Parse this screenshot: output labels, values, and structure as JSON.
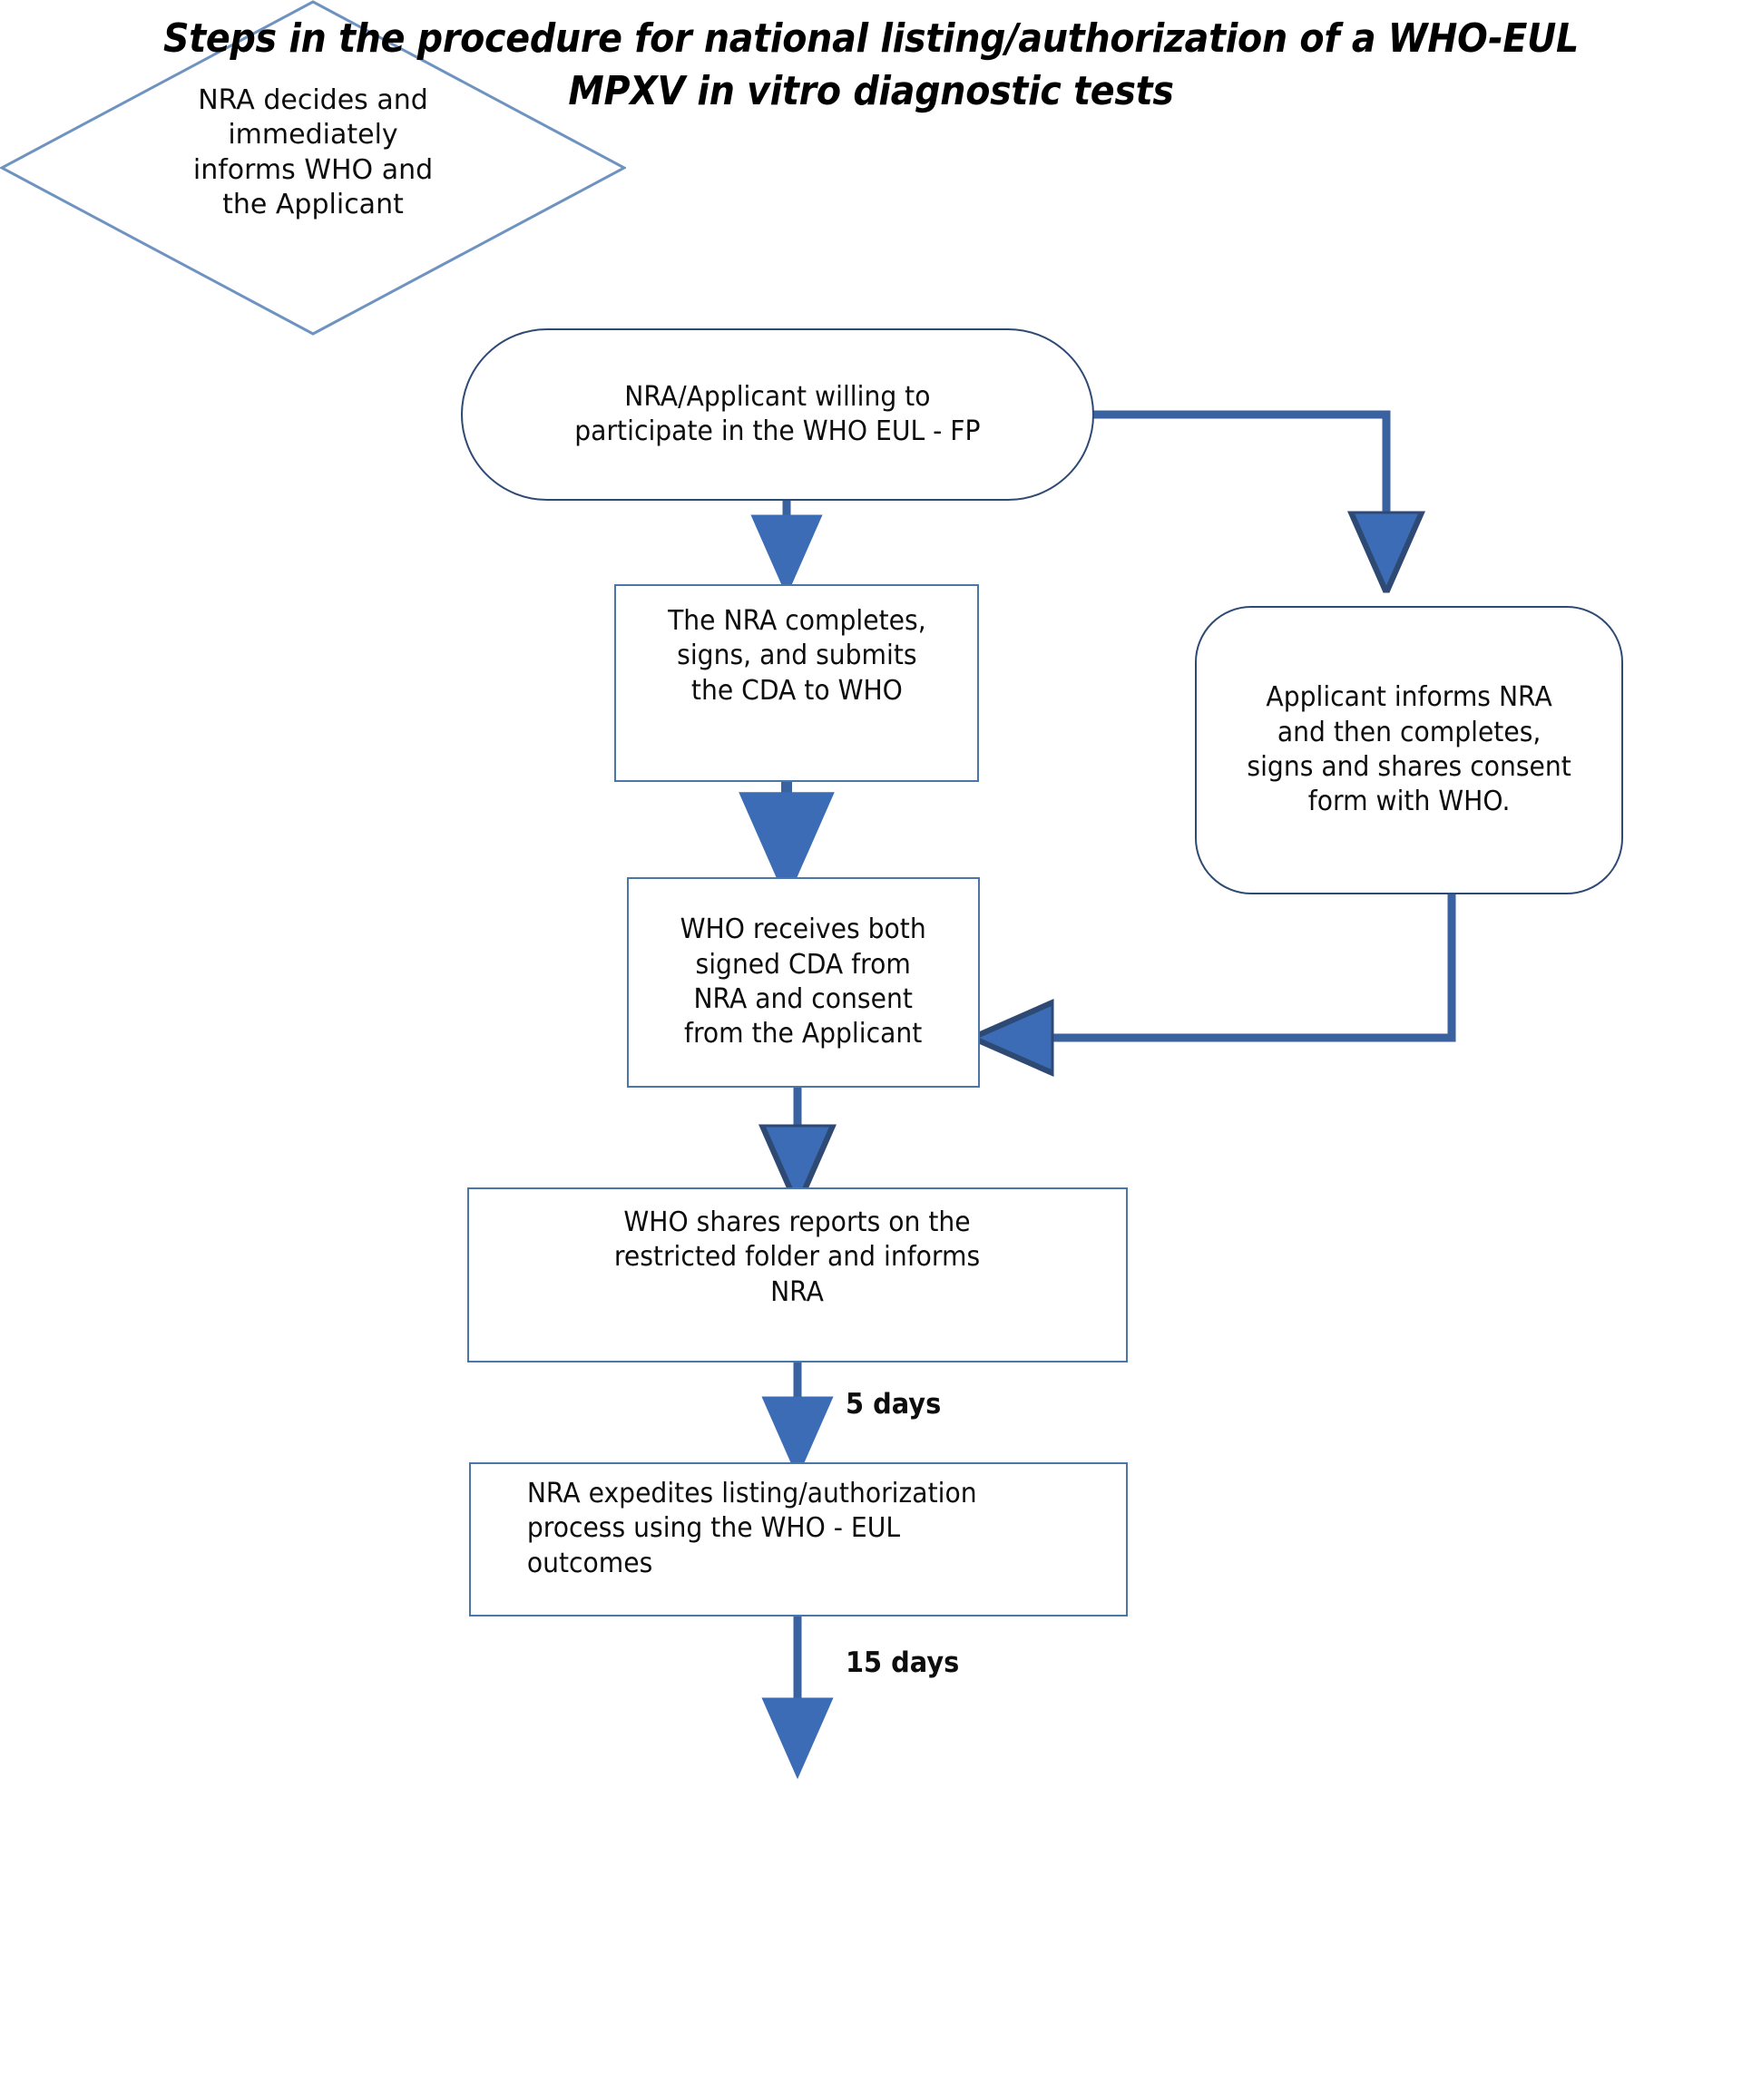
{
  "title": {
    "line1": "Steps in the procedure for national listing/authorization of a WHO-EUL",
    "line2": "MPXV in vitro diagnostic tests"
  },
  "colors": {
    "node_border_dark": "#2e4a74",
    "node_border_light": "#4a76a8",
    "connector": "#3a61a0",
    "arrow_fill": "#3b6cb5",
    "diamond_border": "#6f93c0",
    "text": "#0d0d0d",
    "background": "#ffffff"
  },
  "chart_data": {
    "type": "diagram",
    "diagram_type": "flowchart",
    "title": "Steps in the procedure for national listing/authorization of a WHO-EUL MPXV in vitro diagnostic tests",
    "nodes": [
      {
        "id": "start",
        "shape": "stadium",
        "text": "NRA/Applicant willing to\nparticipate in the WHO EUL - FP"
      },
      {
        "id": "nra-cda",
        "shape": "rectangle",
        "text": "The NRA completes,\nsigns, and submits\nthe CDA to WHO"
      },
      {
        "id": "applicant-consent",
        "shape": "rounded-rectangle",
        "text": "Applicant informs NRA\nand then completes,\nsigns and shares consent\nform with  WHO."
      },
      {
        "id": "who-receives",
        "shape": "rectangle",
        "text": "WHO receives both\nsigned CDA from\nNRA and consent\nfrom the Applicant"
      },
      {
        "id": "who-shares",
        "shape": "rectangle",
        "text": "WHO shares reports on the\nrestricted folder and informs\nNRA"
      },
      {
        "id": "nra-expedites",
        "shape": "rectangle",
        "text": "NRA expedites listing/authorization\nprocess using the WHO - EUL\noutcomes"
      },
      {
        "id": "decision",
        "shape": "diamond",
        "text": "NRA decides and\nimmediately\ninforms WHO and\nthe Applicant"
      }
    ],
    "edges": [
      {
        "from": "start",
        "to": "nra-cda",
        "label": ""
      },
      {
        "from": "start",
        "to": "applicant-consent",
        "label": ""
      },
      {
        "from": "nra-cda",
        "to": "who-receives",
        "label": ""
      },
      {
        "from": "applicant-consent",
        "to": "who-receives",
        "label": ""
      },
      {
        "from": "who-receives",
        "to": "who-shares",
        "label": ""
      },
      {
        "from": "who-shares",
        "to": "nra-expedites",
        "label": "5 days"
      },
      {
        "from": "nra-expedites",
        "to": "decision",
        "label": "15 days"
      }
    ],
    "edge_labels": [
      "5 days",
      "15 days"
    ]
  },
  "nodes": {
    "start": "NRA/Applicant willing to\nparticipate in the WHO EUL - FP",
    "nra_cda": "The NRA completes,\nsigns, and submits\nthe CDA to WHO",
    "applicant_consent": "Applicant informs NRA\nand then completes,\nsigns and shares consent\nform with  WHO.",
    "who_receives": "WHO receives both\nsigned CDA from\nNRA and consent\nfrom the Applicant",
    "who_shares": "WHO shares reports on the\nrestricted folder and informs\nNRA",
    "nra_expedites": "NRA expedites listing/authorization\nprocess using the WHO - EUL\noutcomes",
    "decision": "NRA decides and\nimmediately\ninforms WHO and\nthe Applicant"
  },
  "labels": {
    "five_days": "5 days",
    "fifteen_days": "15 days"
  }
}
